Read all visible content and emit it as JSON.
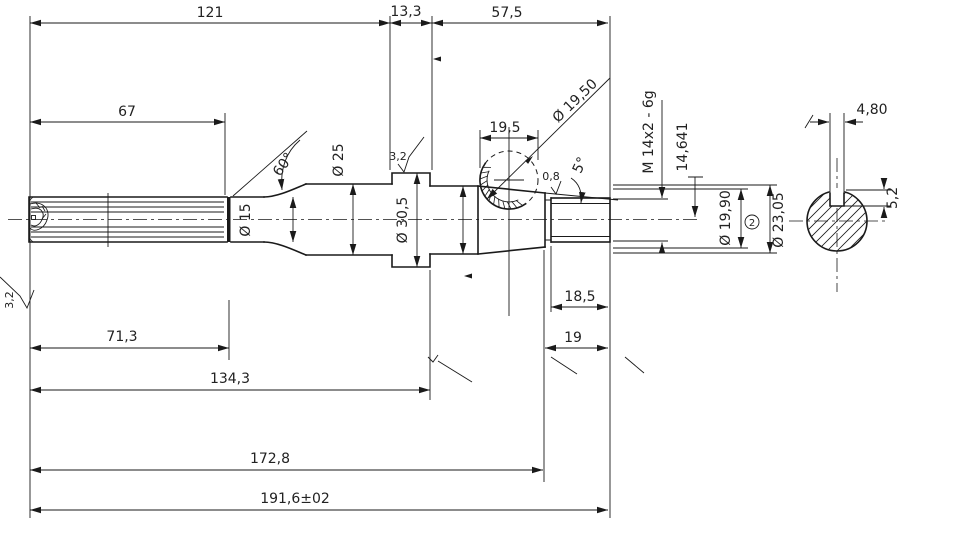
{
  "drawing": {
    "kind": "shaft-engineering-drawing",
    "background": "#ffffff",
    "line_color": "#1a1a1a"
  },
  "labels": {
    "len_121": "121",
    "len_13_3": "13,3",
    "len_57_5": "57,5",
    "len_67": "67",
    "len_71_3": "71,3",
    "len_134_3": "134,3",
    "len_172_8": "172,8",
    "len_191_6": "191,6±02",
    "len_19_5": "19,5",
    "len_18_5": "18,5",
    "len_19": "19",
    "dia_15": "Ø 15",
    "dia_25": "Ø 25",
    "dia_30_5": "Ø 30,5",
    "dia_19_50": "Ø 19,50",
    "dia_19_90": "Ø 19,90",
    "dia_23_05": "Ø 23,05",
    "thread": "M 14x2 - 6g",
    "thread_pd": "14,641",
    "ang_60": "60°",
    "ang_5": "5°",
    "key_w": "4,80",
    "key_d": "5,2",
    "sf_left": "3,2",
    "sf_flange": "3,2",
    "sf_cone": "0,8",
    "balloon": "2"
  }
}
